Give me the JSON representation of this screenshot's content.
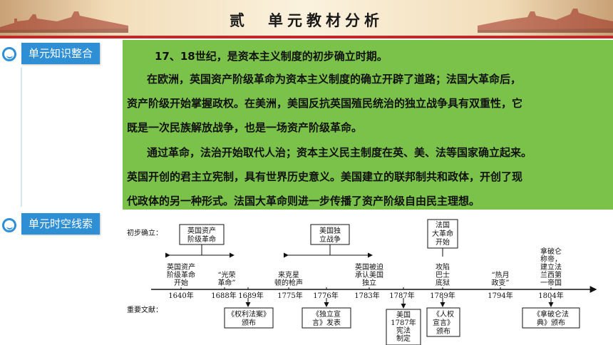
{
  "header": {
    "title": "贰　单元教材分析"
  },
  "tags": {
    "knowledge": "单元知识整合",
    "timeline": "单元时空线索"
  },
  "paragraphs": [
    "17、18世纪，是资本主义制度的初步确立时期。",
    "在欧洲，英国资产阶级革命为资本主义制度的确立开辟了道路；法国大革命后，",
    "资产阶级开始掌握政权。在美洲，美国反抗英国殖民统治的独立战争具有双重性，它",
    "既是一次民族解放战争，也是一场资产阶级革命。",
    "通过革命，法治开始取代人治；资本主义民主制度在英、美、法等国家确立起来。",
    "英国开创的君主立宪制，具有世界历史意义。美国建立的联邦制共和政体，开创了现",
    "代政体的另一种形式。法国大革命则进一步传播了资产阶级自由民主理想。"
  ],
  "timeline": {
    "row_label_top": "初步确立：",
    "row_label_bottom": "重要文献：",
    "stages": [
      [
        "英国资产",
        "阶级革命"
      ],
      [
        "美国独",
        "立战争"
      ],
      [
        "法国",
        "大革命",
        "开始"
      ]
    ],
    "events": [
      [
        "英国资产",
        "阶级革命",
        "开始"
      ],
      [
        "“光荣",
        "革命”"
      ],
      [
        "来克星",
        "顿的枪声"
      ],
      [
        "英国被迫",
        "承认美国",
        "独立"
      ],
      [
        "攻陷",
        "巴士",
        "底狱"
      ],
      [
        "“热月",
        "政变”"
      ],
      [
        "拿破仑",
        "称帝，",
        "建立法",
        "兰西第",
        "一帝国"
      ]
    ],
    "years": [
      "1640年",
      "1688年",
      "1689年",
      "1775年",
      "1776年",
      "1783年",
      "1787年",
      "1789年",
      "1794年",
      "1804年"
    ],
    "documents": [
      [
        "《权利法案》",
        "颁布"
      ],
      [
        "《独立宣",
        "言》发表"
      ],
      [
        "美国",
        "1787年",
        "宪法",
        "制定"
      ],
      [
        "《人权",
        "宣言》",
        "颁布"
      ],
      [
        "《拿破仑法",
        "典》颁布"
      ]
    ]
  }
}
